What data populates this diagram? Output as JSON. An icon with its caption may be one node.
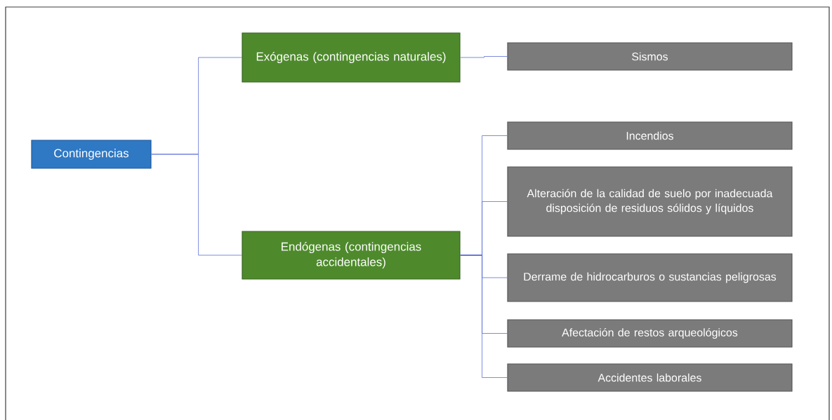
{
  "diagram": {
    "nodes": [
      {
        "text": [
          "Contingencias"
        ]
      },
      {
        "text": [
          "Exógenas (contingencias naturales)"
        ]
      },
      {
        "text": [
          "Endógenas (contingencias accidentales)"
        ]
      },
      {
        "text": [
          "Sismos"
        ]
      },
      {
        "text": [
          "Incendios"
        ]
      },
      {
        "text": [
          "Alteración de la calidad de suelo por inadecuada disposición de residuos sólidos y líquidos"
        ]
      },
      {
        "text": [
          "Derrame de hidrocarburos o sustancias peligrosas"
        ]
      },
      {
        "text": [
          "Afectación de restos arqueológicos"
        ]
      },
      {
        "text": [
          "Accidentes laborales"
        ]
      }
    ],
    "edges": [
      {
        "from": 0,
        "to": 1,
        "arrow": "none"
      },
      {
        "from": 0,
        "to": 2,
        "arrow": "none"
      },
      {
        "from": 1,
        "to": 3,
        "arrow": "none"
      },
      {
        "from": 2,
        "to": 4,
        "arrow": "none"
      },
      {
        "from": 2,
        "to": 5,
        "arrow": "none"
      },
      {
        "from": 2,
        "to": 6,
        "arrow": "none"
      },
      {
        "from": 2,
        "to": 7,
        "arrow": "none"
      },
      {
        "from": 2,
        "to": 8,
        "arrow": "none"
      }
    ]
  }
}
